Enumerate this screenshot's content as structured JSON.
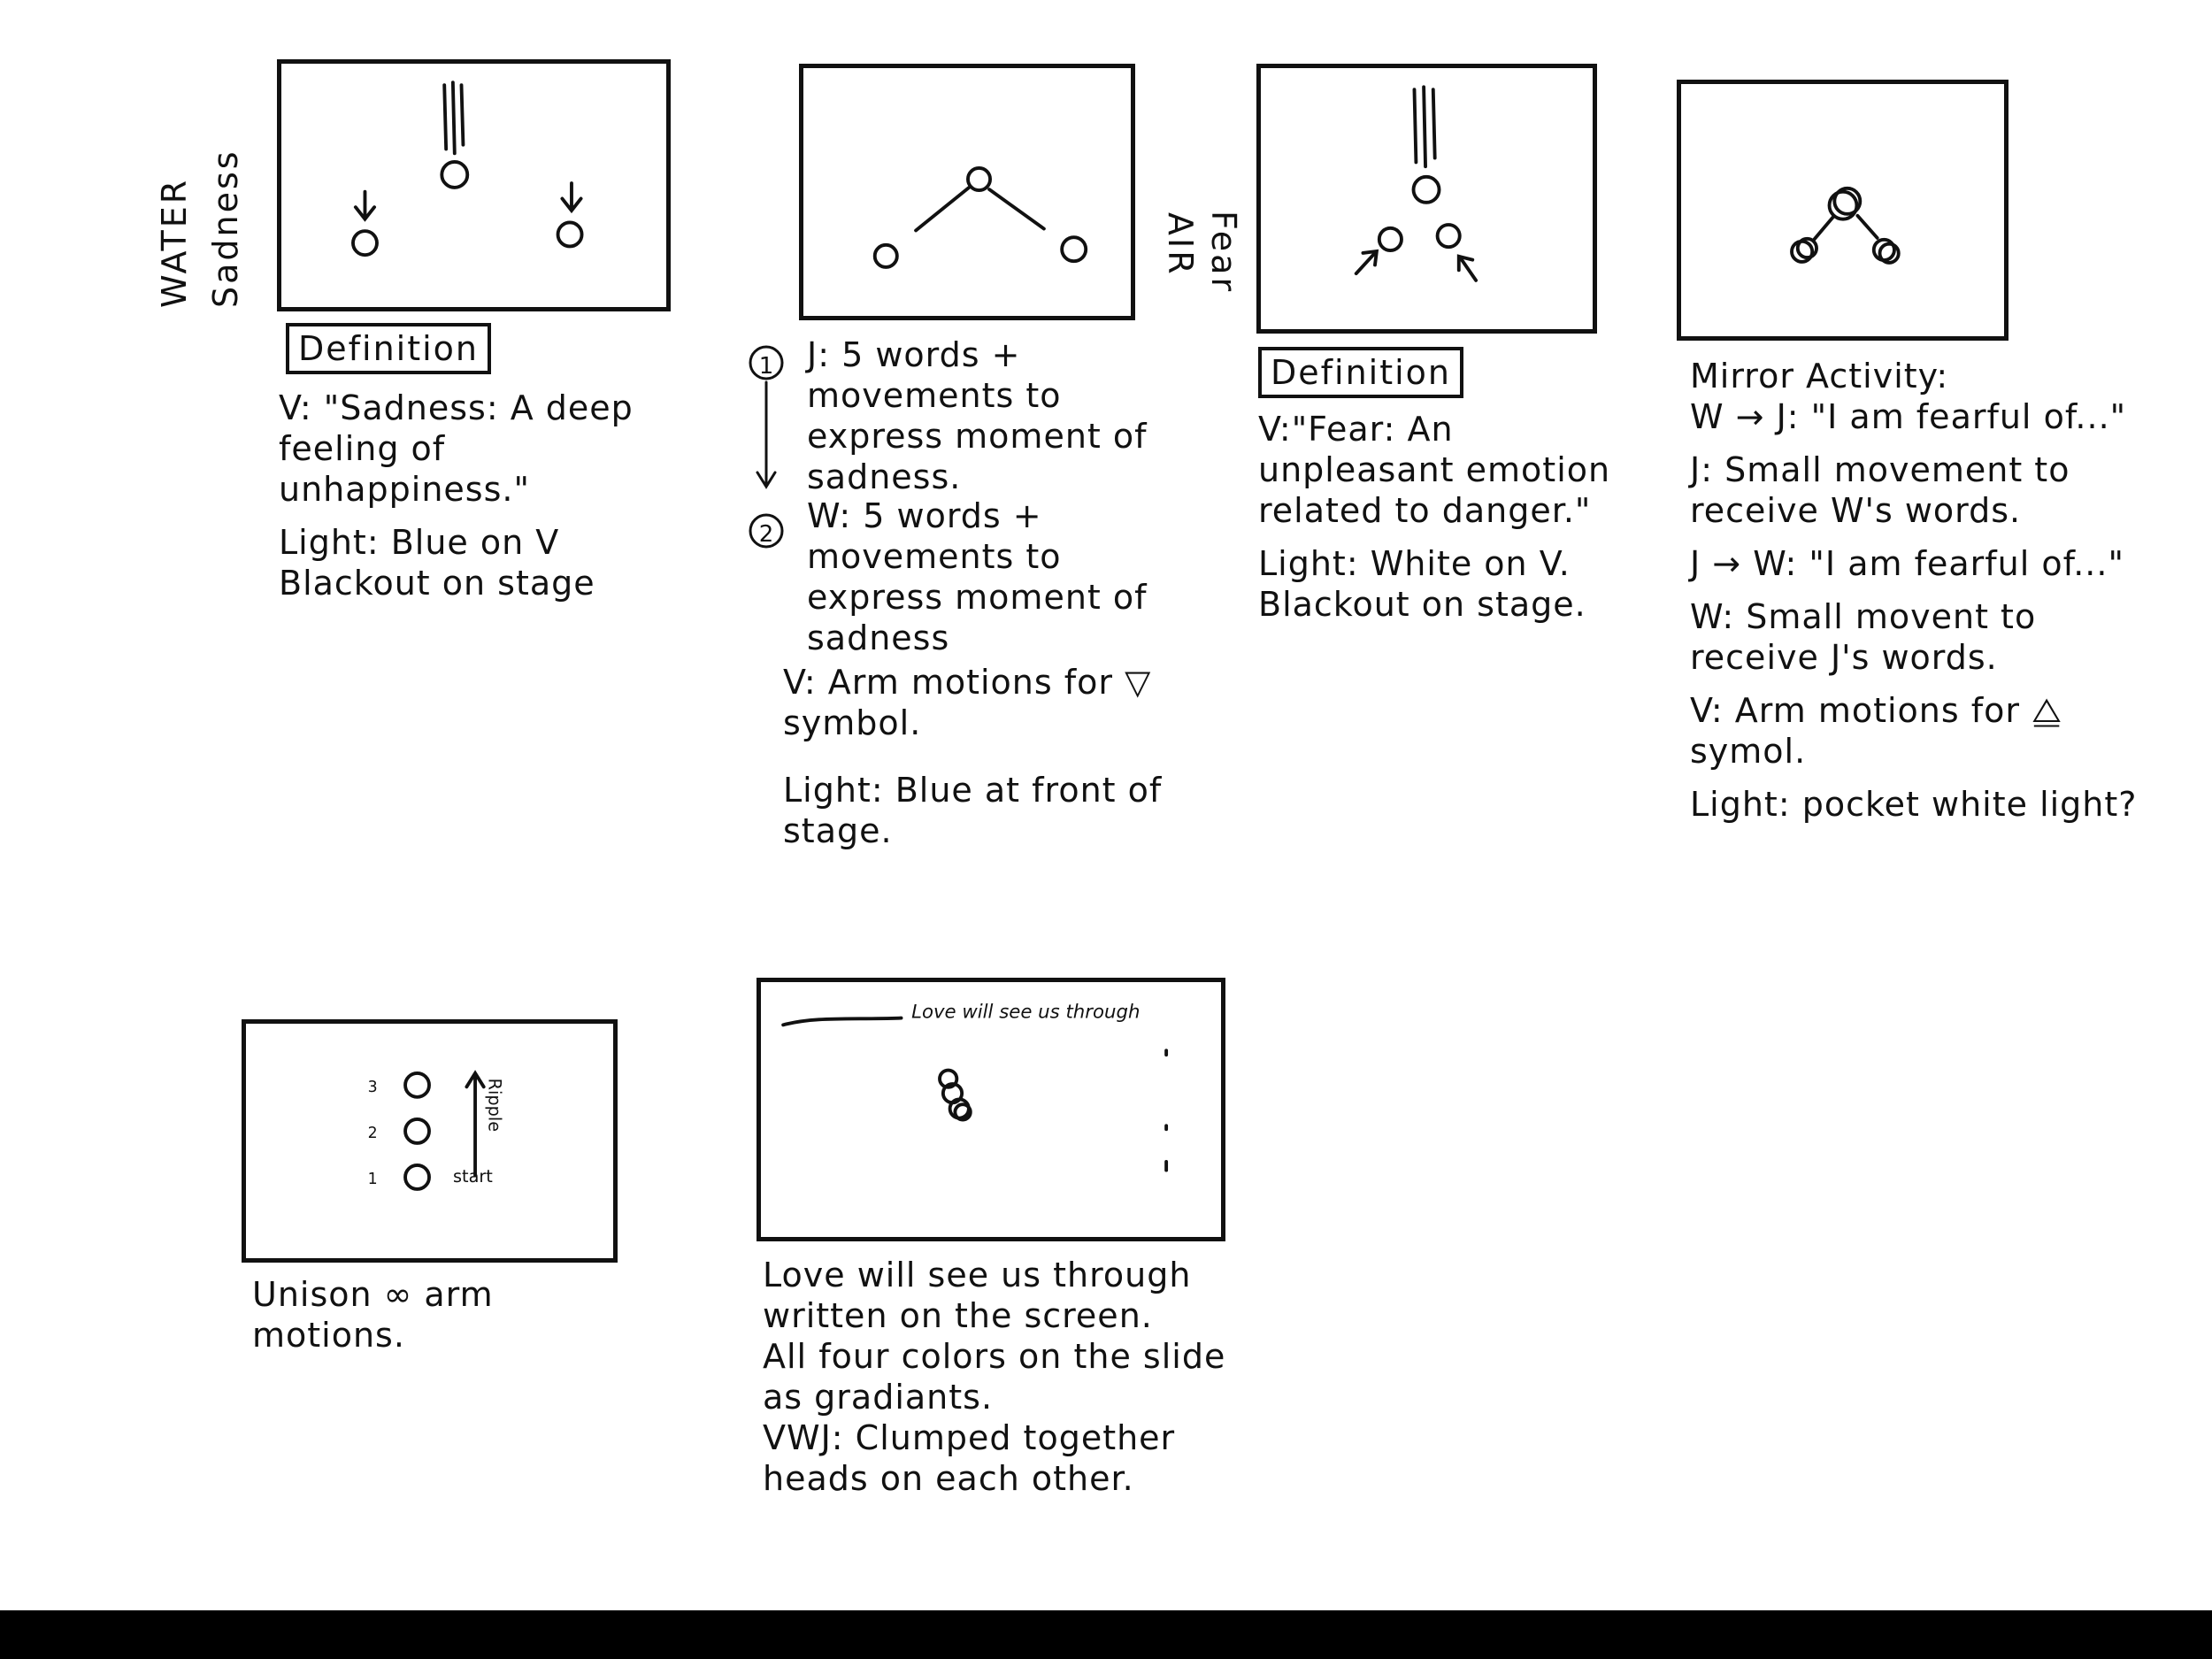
{
  "colors": {
    "ink": "#111111",
    "paper": "#ffffff",
    "edge": "#000000"
  },
  "water": {
    "element": "WATER",
    "emotion": "Sadness",
    "definition_label": "Definition",
    "notes": [
      "V: \"Sadness: A deep feeling of unhappiness.\"",
      "Light: Blue on V\nBlackout on stage"
    ]
  },
  "sadness_sequence": {
    "step1_number": "1",
    "step1": "J: 5 words + movements to express moment of sadness.",
    "step2_number": "2",
    "step2": "W: 5 words + movements to express moment of sadness",
    "notes": [
      "V: Arm motions for ▽ symbol.",
      "Light: Blue at front of stage."
    ]
  },
  "air": {
    "element": "AIR",
    "emotion": "Fear",
    "definition_label": "Definition",
    "notes": [
      "V:\"Fear: An unpleasant emotion related to danger.\"",
      "Light: White on V. Blackout on stage."
    ]
  },
  "mirror": {
    "title": "Mirror Activity:",
    "lines": [
      "W → J: \"I am fearful of...\"",
      "J: Small movement to receive W's words.",
      "J → W: \"I am fearful of...\"",
      "W: Small movent to receive J's words.",
      "V: Arm motions for ⧋ symol.",
      "Light: pocket white light?"
    ]
  },
  "ripple": {
    "numbers": [
      "3",
      "2",
      "1"
    ],
    "ripple_label": "Ripple",
    "start_label": "start",
    "caption": "Unison ∞ arm motions."
  },
  "finale": {
    "screen_text": "Love will see us through",
    "caption": [
      "Love will see us through written on the screen.",
      "All four colors on the slide as gradiants.",
      "VWJ: Clumped together heads on each other."
    ]
  }
}
